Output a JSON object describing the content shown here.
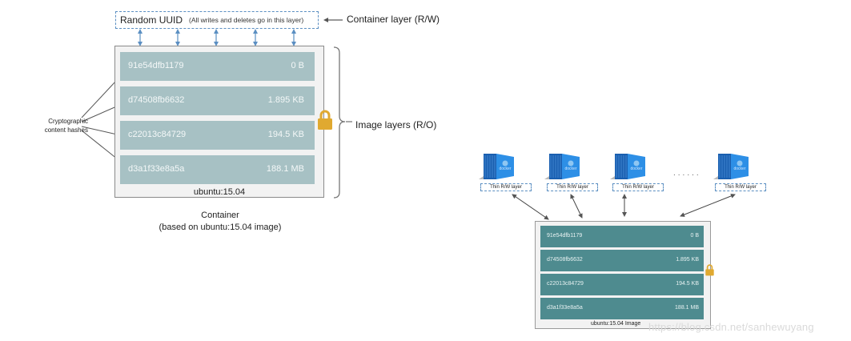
{
  "left_diagram": {
    "container_layer": {
      "title": "Random UUID",
      "note": "(All writes and deletes go in this layer)",
      "label": "Container layer (R/W)"
    },
    "image_layers_label": "Image layers (R/O)",
    "hash_annotation": [
      "Cryptographic",
      "content hashes"
    ],
    "layers": [
      {
        "hash": "91e54dfb1179",
        "size": "0 B"
      },
      {
        "hash": "d74508fb6632",
        "size": "1.895 KB"
      },
      {
        "hash": "c22013c84729",
        "size": "194.5 KB"
      },
      {
        "hash": "d3a1f33e8a5a",
        "size": "188.1 MB"
      }
    ],
    "image_name": "ubuntu:15.04",
    "caption": [
      "Container",
      "(based on ubuntu:15.04 image)"
    ],
    "lock_icon": "lock-icon"
  },
  "right_diagram": {
    "containers": [
      {
        "logo": "docker",
        "layer_label": "Thin R/W layer"
      },
      {
        "logo": "docker",
        "layer_label": "Thin R/W layer"
      },
      {
        "logo": "docker",
        "layer_label": "Thin R/W layer"
      },
      {
        "logo": "docker",
        "layer_label": "Thin R/W layer"
      }
    ],
    "ellipsis": "......",
    "layers": [
      {
        "hash": "91e54dfb1179",
        "size": "0 B"
      },
      {
        "hash": "d74508fb6632",
        "size": "1.895 KB"
      },
      {
        "hash": "c22013c84729",
        "size": "194.5 KB"
      },
      {
        "hash": "d3a1f33e8a5a",
        "size": "188.1 MB"
      }
    ],
    "image_name": "ubuntu:15.04 Image",
    "lock_icon": "lock-icon"
  },
  "watermark": "https://blog.csdn.net/sanhewuyang",
  "colors": {
    "left_layer": "#a7c1c4",
    "right_layer": "#4e8b8f",
    "lock": "#e0a930",
    "dashed_border": "#5b8fc2",
    "container_blue": "#1f7fd6"
  }
}
